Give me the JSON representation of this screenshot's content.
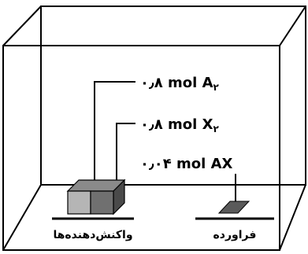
{
  "labels": {
    "a2": {
      "amount": "۰٫۸",
      "unit": "mol",
      "species": "A",
      "subscript": "۲"
    },
    "x2": {
      "amount": "۰٫۸",
      "unit": "mol",
      "species": "X",
      "subscript": "۲"
    },
    "ax": {
      "amount": "۰٫۰۴",
      "unit": "mol",
      "species": "AX"
    }
  },
  "captions": {
    "reactants": "واکنش‌دهنده‌ها",
    "products": "فراورده"
  },
  "colors": {
    "line": "#000000",
    "block_left": "#b5b5b5",
    "block_right": "#707070",
    "block_top": "#8a8a8a",
    "product_plate": "#5a5a5a"
  }
}
